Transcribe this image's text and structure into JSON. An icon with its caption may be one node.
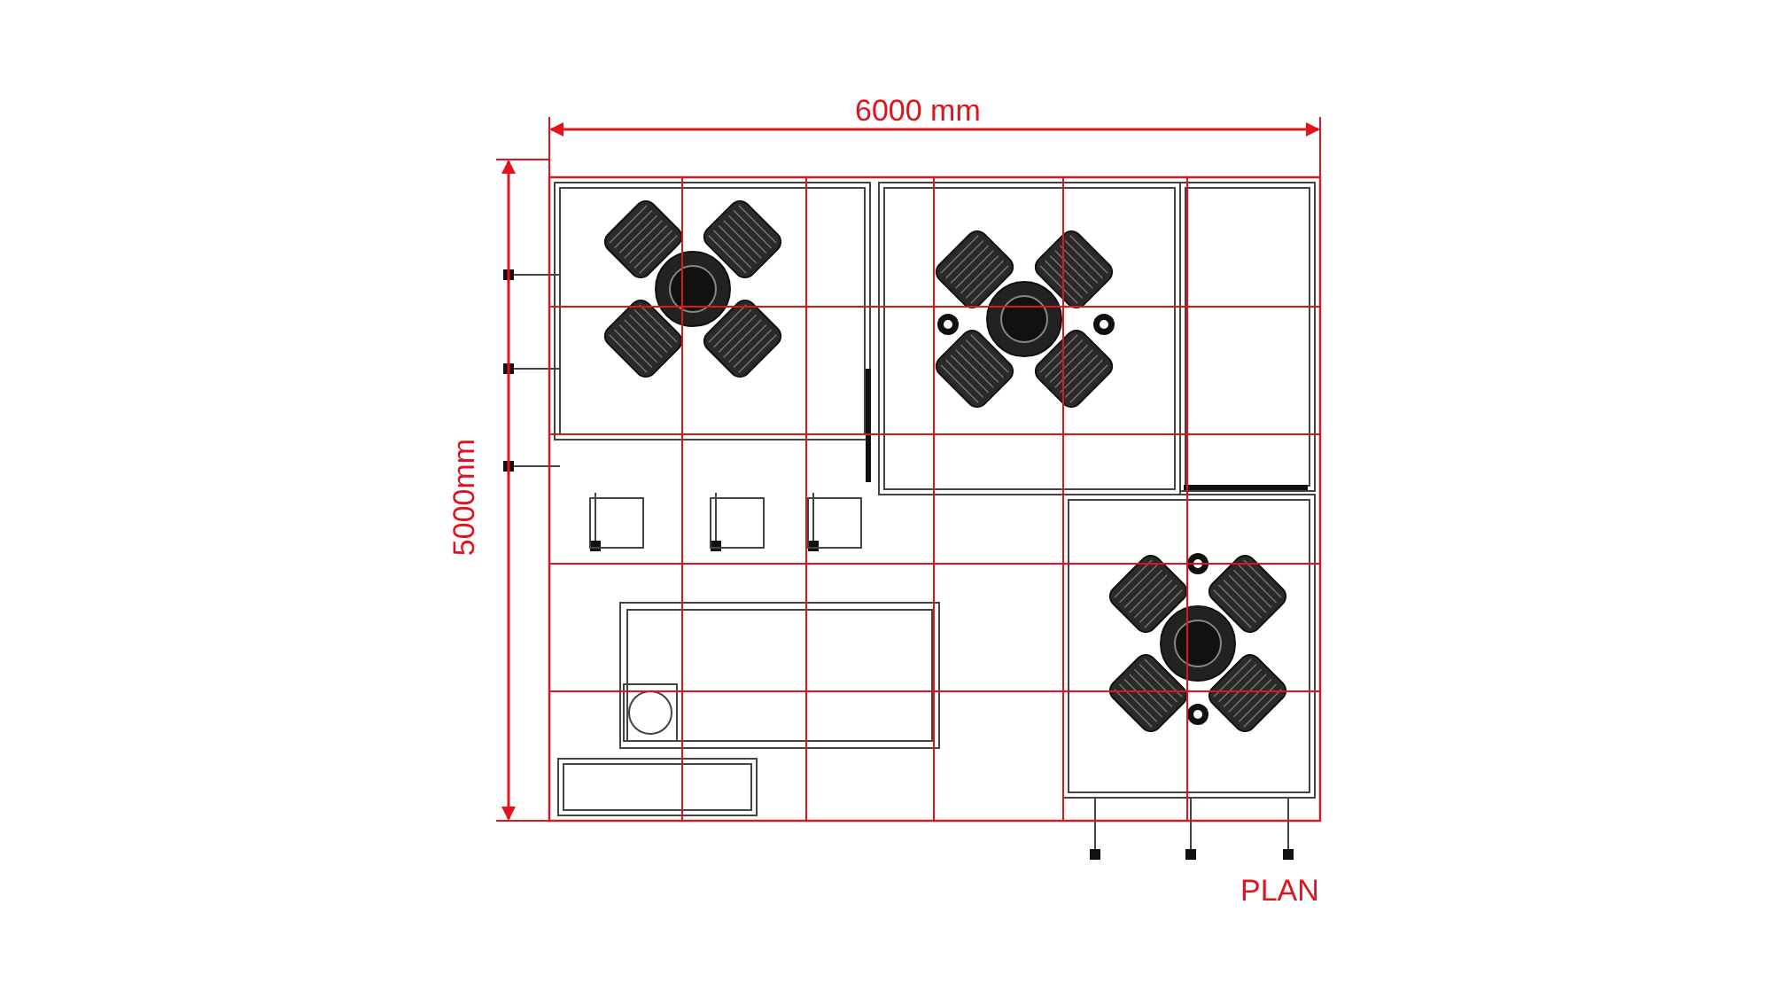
{
  "diagram": {
    "labels": [
      "6000 mm",
      "5000mm",
      "PLAN"
    ]
  }
}
